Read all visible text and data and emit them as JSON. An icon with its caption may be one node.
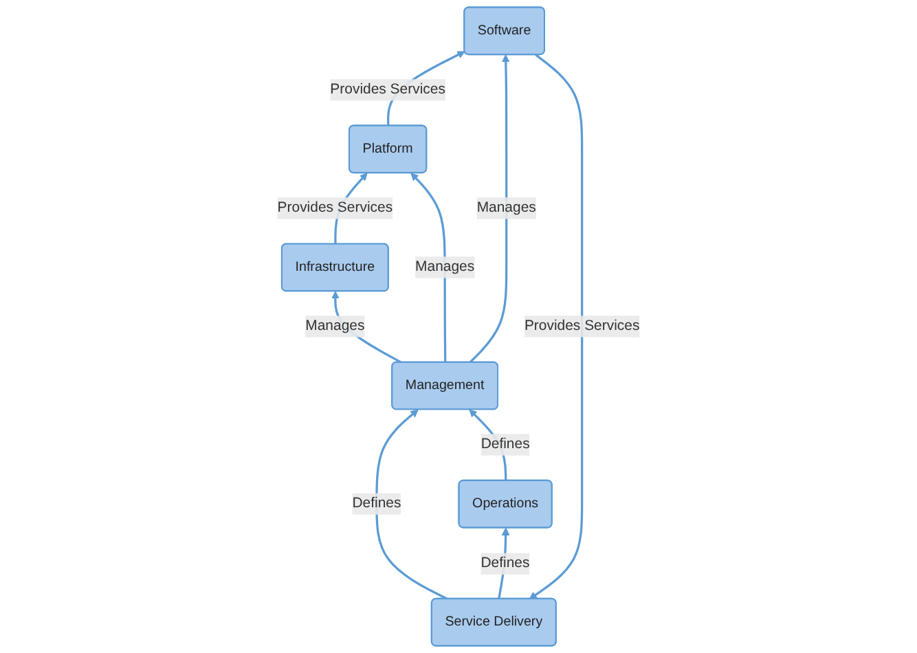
{
  "diagram": {
    "nodes": [
      {
        "text": [
          "Service Delivery"
        ]
      },
      {
        "text": [
          "Software"
        ]
      },
      {
        "text": [
          "Platform"
        ]
      },
      {
        "text": [
          "Infrastructure"
        ]
      },
      {
        "text": [
          "Management"
        ]
      },
      {
        "text": [
          "Operations"
        ]
      }
    ],
    "edges": [
      {
        "from": 1,
        "to": 0,
        "arrow": "to",
        "label": "Provides Services"
      },
      {
        "from": 2,
        "to": 1,
        "arrow": "to",
        "label": "Provides Services"
      },
      {
        "from": 3,
        "to": 2,
        "arrow": "to",
        "label": "Provides Services"
      },
      {
        "from": 0,
        "to": 4,
        "arrow": "to",
        "label": "Defines"
      },
      {
        "from": 0,
        "to": 5,
        "arrow": "to",
        "label": "Defines"
      },
      {
        "from": 4,
        "to": 1,
        "arrow": "to",
        "label": "Manages"
      },
      {
        "from": 4,
        "to": 2,
        "arrow": "to",
        "label": "Manages"
      },
      {
        "from": 4,
        "to": 3,
        "arrow": "to",
        "label": "Manages"
      },
      {
        "from": 5,
        "to": 4,
        "arrow": "to",
        "label": "Defines"
      }
    ]
  }
}
